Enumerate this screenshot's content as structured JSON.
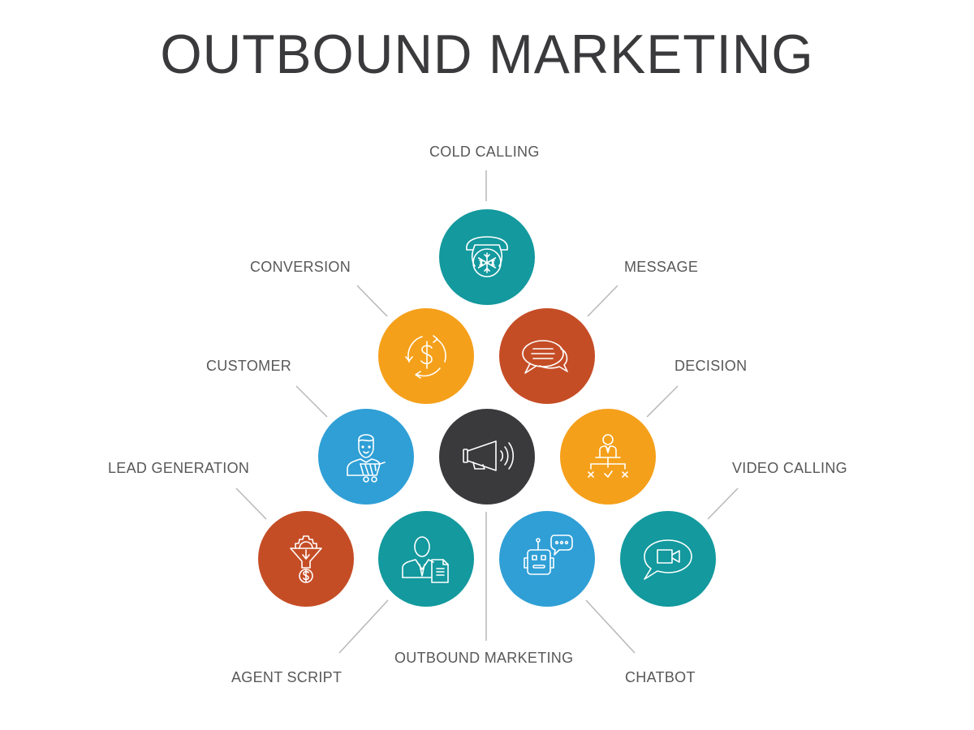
{
  "title": "OUTBOUND MARKETING",
  "colors": {
    "teal": "#13999e",
    "orange": "#f5a01a",
    "rust": "#c54d26",
    "blue": "#2f9fd6",
    "dark": "#3a3a3c",
    "connector": "#b8b8b8",
    "label": "#58585a"
  },
  "nodes": [
    {
      "id": "cold-calling",
      "label": "COLD CALLING",
      "icon": "phone-snowflake-icon",
      "color": "#13999e"
    },
    {
      "id": "conversion",
      "label": "CONVERSION",
      "icon": "dollar-cycle-icon",
      "color": "#f5a01a"
    },
    {
      "id": "message",
      "label": "MESSAGE",
      "icon": "chat-bubbles-icon",
      "color": "#c54d26"
    },
    {
      "id": "customer",
      "label": "CUSTOMER",
      "icon": "customer-cart-icon",
      "color": "#2f9fd6"
    },
    {
      "id": "outbound-marketing",
      "label": "OUTBOUND MARKETING",
      "icon": "megaphone-icon",
      "color": "#3a3a3c"
    },
    {
      "id": "decision",
      "label": "DECISION",
      "icon": "decision-tree-icon",
      "color": "#f5a01a"
    },
    {
      "id": "lead-generation",
      "label": "LEAD GENERATION",
      "icon": "funnel-gear-icon",
      "color": "#c54d26"
    },
    {
      "id": "agent-script",
      "label": "AGENT SCRIPT",
      "icon": "agent-document-icon",
      "color": "#13999e"
    },
    {
      "id": "chatbot",
      "label": "CHATBOT",
      "icon": "robot-chat-icon",
      "color": "#2f9fd6"
    },
    {
      "id": "video-calling",
      "label": "VIDEO CALLING",
      "icon": "video-bubble-icon",
      "color": "#13999e"
    }
  ]
}
